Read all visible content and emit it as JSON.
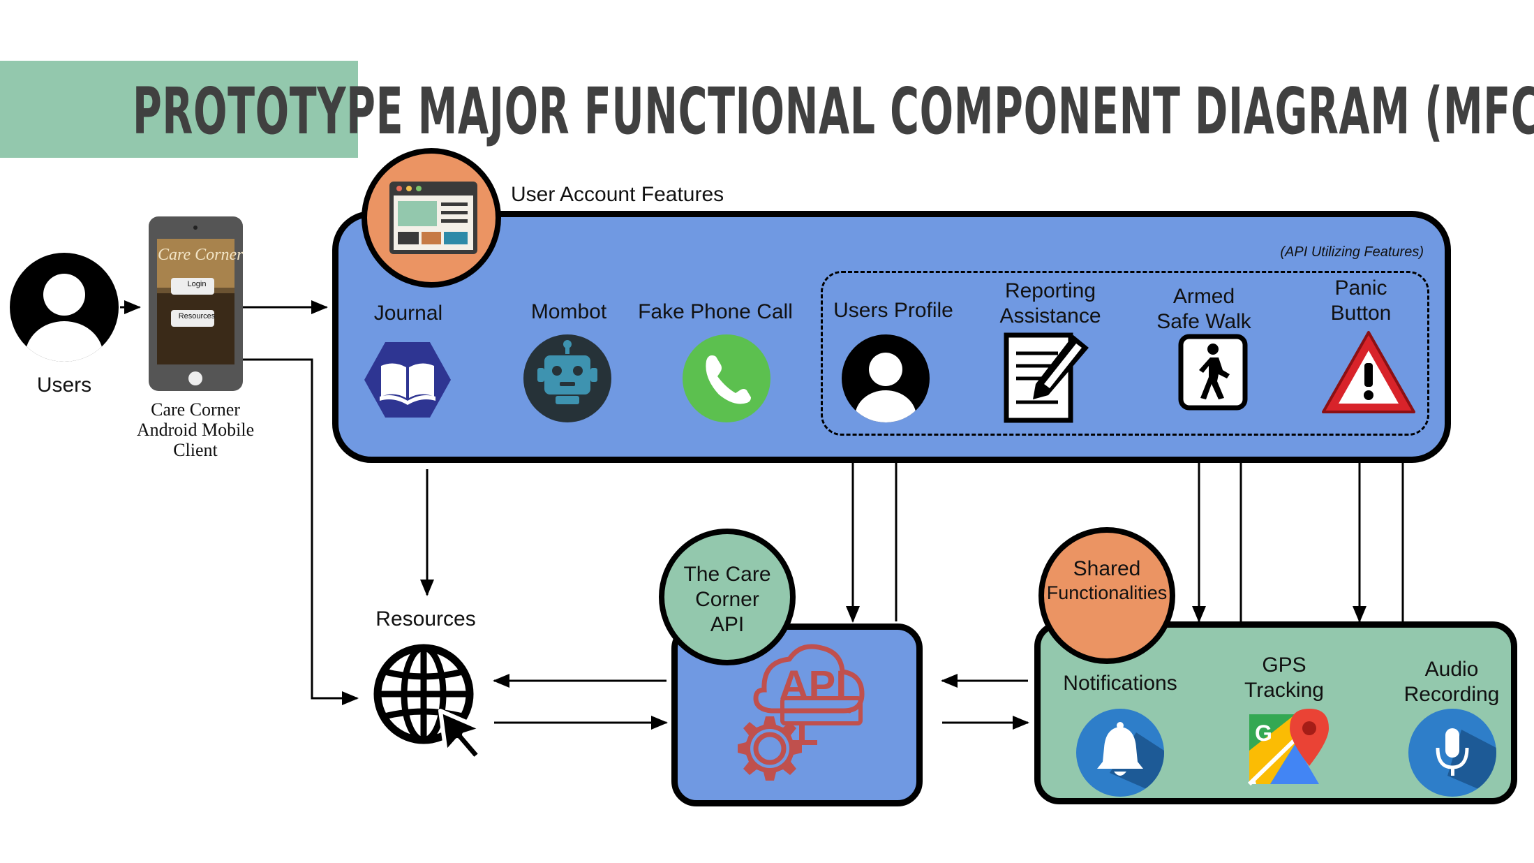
{
  "title": "PROTOTYPE MAJOR FUNCTIONAL COMPONENT DIAGRAM (MFCD)",
  "actors": {
    "users_label": "Users",
    "client_label_line1": "Care Corner",
    "client_label_line2": "Android Mobile",
    "client_label_line3": "Client",
    "phone_screen_title": "Care Corner",
    "phone_login": "Login",
    "phone_resources": "Resources"
  },
  "user_account": {
    "heading": "User Account Features",
    "api_note": "(API Utilizing Features)",
    "features": [
      {
        "label": "Journal",
        "icon": "book-icon"
      },
      {
        "label": "Mombot",
        "icon": "robot-icon"
      },
      {
        "label": "Fake Phone Call",
        "icon": "phone-icon"
      }
    ],
    "api_features": [
      {
        "label": "Users Profile",
        "icon": "user-profile-icon"
      },
      {
        "label_line1": "Reporting",
        "label_line2": "Assistance",
        "icon": "report-document-icon"
      },
      {
        "label_line1": "Armed",
        "label_line2": "Safe Walk",
        "icon": "walking-person-icon"
      },
      {
        "label_line1": "Panic",
        "label_line2": "Button",
        "icon": "warning-triangle-icon"
      }
    ]
  },
  "resources": {
    "label": "Resources",
    "icon": "globe-cursor-icon"
  },
  "api": {
    "badge_line1": "The Care",
    "badge_line2": "Corner",
    "badge_line3": "API",
    "logo_text": "API",
    "icon": "api-cloud-gear-icon"
  },
  "shared": {
    "badge_line1": "Shared",
    "badge_line2": "Functionalities",
    "items": [
      {
        "label": "Notifications",
        "icon": "bell-icon"
      },
      {
        "label_line1": "GPS",
        "label_line2": "Tracking",
        "icon": "google-maps-icon"
      },
      {
        "label_line1": "Audio",
        "label_line2": "Recording",
        "icon": "microphone-icon"
      }
    ]
  },
  "colors": {
    "blue_panel": "#7099e2",
    "green_panel": "#93c8ad",
    "orange_badge": "#eb9463",
    "green_badge": "#93c8ad",
    "title_text": "#404040"
  }
}
